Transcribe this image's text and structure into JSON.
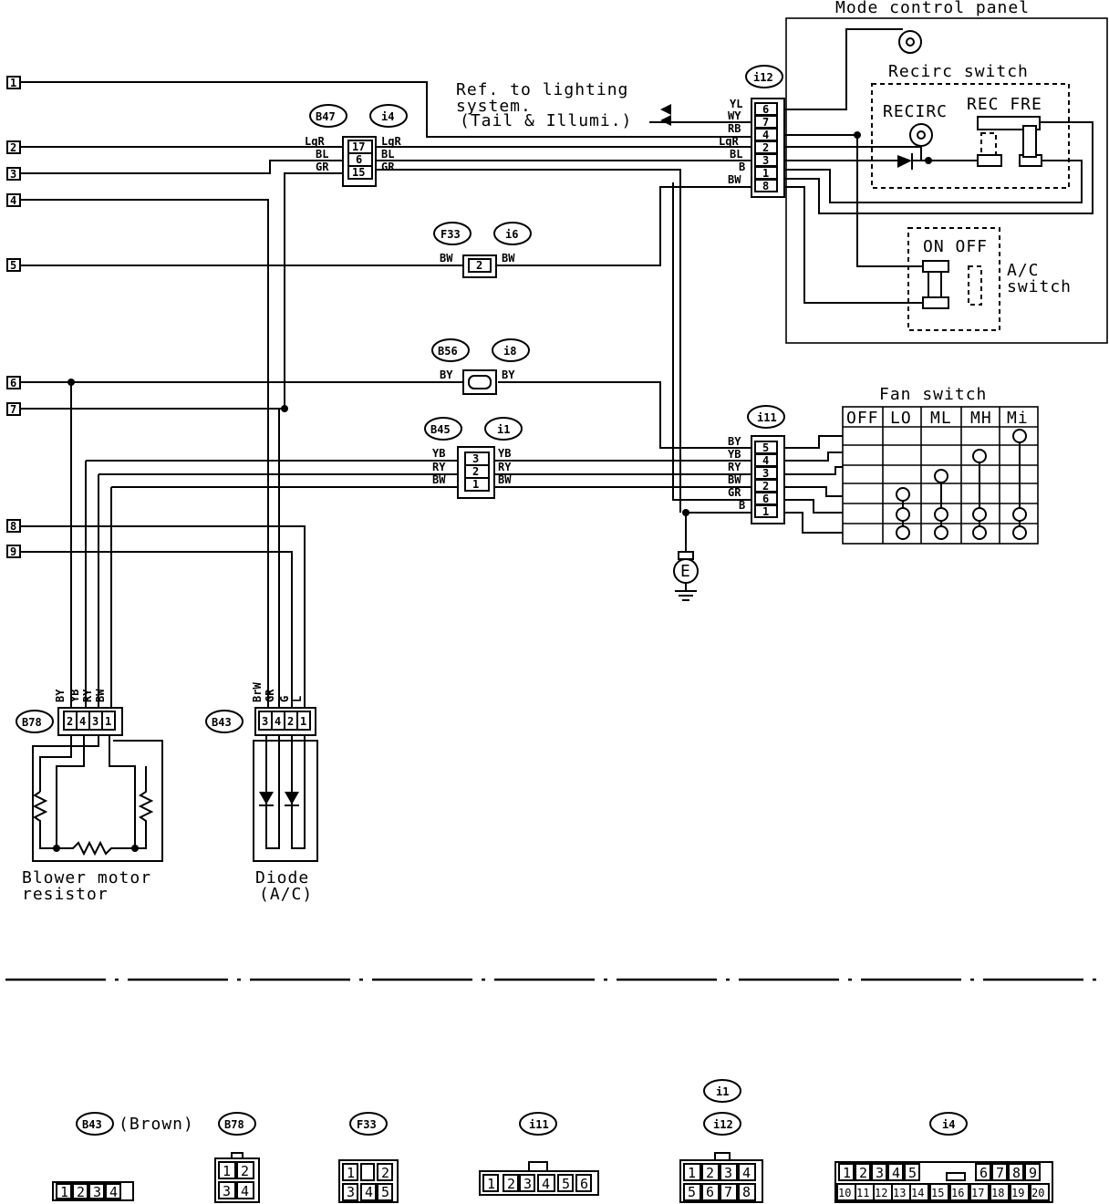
{
  "terminals": [
    "1",
    "2",
    "3",
    "4",
    "5",
    "6",
    "7",
    "8",
    "9"
  ],
  "mode_panel": {
    "title": "Mode control panel",
    "recirc_title": "Recirc switch",
    "recirc_label": "RECIRC",
    "rec_fre": "REC FRE",
    "ac_on_off": "ON OFF",
    "ac_label_1": "A/C",
    "ac_label_2": "switch"
  },
  "ref_text": [
    "Ref. to lighting",
    "system.",
    "(Tail & Illumi.)"
  ],
  "connectors": {
    "b47": "B47",
    "i4": "i4",
    "f33": "F33",
    "i6": "i6",
    "b56": "B56",
    "i8": "i8",
    "b45": "B45",
    "i1": "i1",
    "i12": "i12",
    "i11": "i11",
    "b78": "B78",
    "b43": "B43"
  },
  "i12_pins": [
    {
      "color": "YL",
      "pin": "6"
    },
    {
      "color": "WY",
      "pin": "7"
    },
    {
      "color": "RB",
      "pin": "4"
    },
    {
      "color": "LgR",
      "pin": "2"
    },
    {
      "color": "BL",
      "pin": "3"
    },
    {
      "color": "B",
      "pin": "1"
    },
    {
      "color": "BW",
      "pin": "8"
    }
  ],
  "i4_pins": [
    {
      "left": "LgR",
      "pin": "17",
      "right": "LgR"
    },
    {
      "left": "BL",
      "pin": "6",
      "right": "BL"
    },
    {
      "left": "GR",
      "pin": "15",
      "right": "GR"
    }
  ],
  "f33_pin": {
    "left": "BW",
    "pin": "2",
    "right": "BW"
  },
  "b56_pin": {
    "left": "BY",
    "right": "BY"
  },
  "b45_pins": [
    {
      "left": "YB",
      "pin": "3",
      "right": "YB"
    },
    {
      "left": "RY",
      "pin": "2",
      "right": "RY"
    },
    {
      "left": "BW",
      "pin": "1",
      "right": "BW"
    }
  ],
  "i11_pins": [
    {
      "color": "BY",
      "pin": "5"
    },
    {
      "color": "YB",
      "pin": "4"
    },
    {
      "color": "RY",
      "pin": "3"
    },
    {
      "color": "BW",
      "pin": "2"
    },
    {
      "color": "GR",
      "pin": "6"
    },
    {
      "color": "B",
      "pin": "1"
    }
  ],
  "fan_switch": {
    "title": "Fan switch",
    "cols": [
      "OFF",
      "LO",
      "ML",
      "MH",
      "Mi"
    ]
  },
  "ground": "E",
  "b78_wires": [
    "BY",
    "YB",
    "RY",
    "BW"
  ],
  "b78_pins": [
    "2",
    "4",
    "3",
    "1"
  ],
  "b43_wires": [
    "BrW",
    "GR",
    "G",
    "L"
  ],
  "b43_pins": [
    "3",
    "4",
    "2",
    "1"
  ],
  "blower_label": [
    "Blower motor",
    "resistor"
  ],
  "diode_label": [
    "Diode",
    "(A/C)"
  ],
  "legend": {
    "b43": "B43",
    "b43_note": "(Brown)",
    "b78": "B78",
    "f33": "F33",
    "i11": "i11",
    "i1": "i1",
    "i12": "i12",
    "i4": "i4",
    "b43_pins": [
      "1",
      "2",
      "3",
      "4"
    ],
    "b78_pins": [
      "1",
      "2",
      "3",
      "4"
    ],
    "f33_pins": [
      "1",
      "2",
      "3",
      "4",
      "5"
    ],
    "i11_pins": [
      "1",
      "2",
      "3",
      "4",
      "5",
      "6"
    ],
    "i12_pins": [
      "1",
      "2",
      "3",
      "4",
      "5",
      "6",
      "7",
      "8"
    ],
    "i4_pins": [
      "1",
      "2",
      "3",
      "4",
      "5",
      "6",
      "7",
      "8",
      "9",
      "10",
      "11",
      "12",
      "13",
      "14",
      "15",
      "16",
      "17",
      "18",
      "19",
      "20"
    ]
  }
}
